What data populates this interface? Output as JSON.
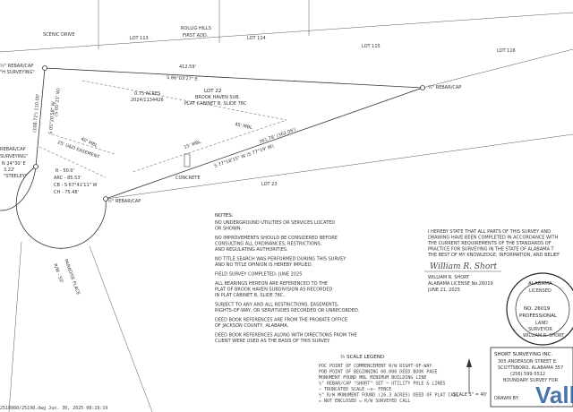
{
  "top_labels": {
    "scenic_drive": "SCENIC DRIVE",
    "lot_113": "LOT 113",
    "rollig_hills": "ROLLIG HILLS",
    "first_add": "FIRST ADD.",
    "lot_114": "LOT 114",
    "lot_115": "LOT 115",
    "lot_116": "LOT 116"
  },
  "rebar_labels": {
    "top_left_1": "½\" REBAR/CAP",
    "top_left_2": "\"H SURVEYING\"",
    "top_right": "½\" REBAR/CAP",
    "left_mid_1": "REBAR/CAP",
    "left_mid_2": "SURVEYING\"",
    "left_mid_3": "\"STEELEY\"",
    "bottom": "½\" REBAR/CAP"
  },
  "bearings": {
    "top_dist": "412.59'",
    "top_bearing": "S 86°03'27\" E",
    "south_dist": "361.78' (362.06')",
    "south_bearing": "S 77°18'15\" W (S 77°19' W)",
    "west_1": "S 05°20'58\" W",
    "west_2": "(S 05°21' W)",
    "west_dist": "(108.72') 110.00'",
    "left_coord": "N 24°30' E",
    "left_dist": "3.22'"
  },
  "lot22": {
    "acres": "0.75 ACRES",
    "doc": "2024/1134426",
    "name": "LOT 22",
    "sub": "BROOK HAVEN SUB.",
    "plat": "PLAT CABINET B, SLIDE 78C"
  },
  "misc_labels": {
    "mbl_45": "45' MBL",
    "mbl_40": "40' MBL",
    "mbl_15": "15' MBL",
    "easement": "25' U&D EASEMENT",
    "concrete": "CONCRETE",
    "lot_23": "LOT 23",
    "paradise_place": "PARADISE PLACE",
    "row": "R/W - 50'"
  },
  "curve": {
    "r": "R - 50.0'",
    "arc": "ARC - 85.53'",
    "cb": "CB - S 67°41'11\" W",
    "ch": "CH - 75.48'"
  },
  "notes": {
    "title": "NOTES:",
    "items": [
      "NO UNDERGROUND UTILITIES OR SERVICES LOCATED\nOR SHOWN.",
      "NO IMPROVEMENTS SHOULD BE CONSIDERED BEFORE\nCONSULTING ALL ORDINANCES, RESTRICTIONS,\nAND REGULATING AUTHORITIES.",
      "NO TITLE SEARCH WAS PERFORMED DURING THIS SURVEY\nAND NO TITLE OPINION IS HEREBY IMPLIED.",
      "FIELD SURVEY COMPLETED: JUNE 2025",
      "ALL BEARINGS HEREON ARE REFERENCED TO THE\nPLAT OF BROOK HAVEN SUBDIVISION AS RECORDED\nIN PLAT CABINET B, SLIDE 78C.",
      "SUBJECT TO ANY AND ALL RESTRICTIONS, EASEMENTS,\nRIGHTS-OF-WAY, OR SERVITUDES RECORDED OR UNRECORDED.",
      "DEED BOOK REFERENCES ARE FROM THE PROBATE OFFICE\nOF JACKSON COUNTY, ALABAMA.",
      "DEED BOOK REFERENCES ALONG WITH DIRECTIONS FROM THE\nCLIENT WERE USED AS THE BASIS OF THIS SURVEY."
    ]
  },
  "certification": {
    "lines": [
      "I HEREBY STATE THAT ALL PARTS OF THIS SURVEY AND",
      "DRAWING HAVE BEEN COMPLETED IN ACCORDANCE WITH",
      "THE CURRENT REQUIREMENTS OF THE STANDARDS OF",
      "PRACTICE FOR SURVEYING IN THE STATE OF ALABAMA T",
      "THE BEST OF MY KNOWLEDGE, INFORMATION, AND BELIEF"
    ],
    "name": "WILLIAM R. SHORT",
    "license": "ALABAMA LICENSE No.26019",
    "date": "JUNE 21, 2025",
    "signature": "William R. Short"
  },
  "seal": {
    "state": "ALABAMA",
    "licensed": "LICENSED",
    "no": "NO. 26019",
    "professional": "PROFESSIONAL",
    "land": "LAND",
    "surveyor": "SURVEYOR",
    "name": "WILLIAM R. SHORT"
  },
  "legend": {
    "title": "½ SCALE LEGEND",
    "items": [
      "POC  POINT OF COMMENCEMENT     R/W  RIGHT-OF-WAY",
      "POB  POINT OF BEGINNING     00.000  DEED BOOK PAGE",
      "      MONUMENT FOUND         MBL   MINIMUM BUILDING LINE",
      "  ½\" REBAR/CAP \"SHORT\" SET    ~   UTILITY POLE & LINES",
      "  —  TRUNCATED SCALE         —x—  FENCE",
      "  ½\" R/W MONUMENT FOUND (26.3 ACRES)  DEED OF PLAT CALL",
      "  ▭  NOT ENCLOSED  ▭ R/W  SURVEYED CALL"
    ]
  },
  "company": {
    "name": "SHORT SURVEYING INC.",
    "addr": "305 ANDERSON STREET E.",
    "city": "SCOTTSBORO, ALABAMA 357",
    "phone": "(256) 599-5512",
    "type": "BOUNDARY SURVEY FOR",
    "drawn": "DRAWN BY:"
  },
  "scale": "SCALE 1\" = 40'",
  "footer_code": "2518988/25198.dwg Jun. 30, 2025 08:19:19",
  "watermark": "Valle"
}
